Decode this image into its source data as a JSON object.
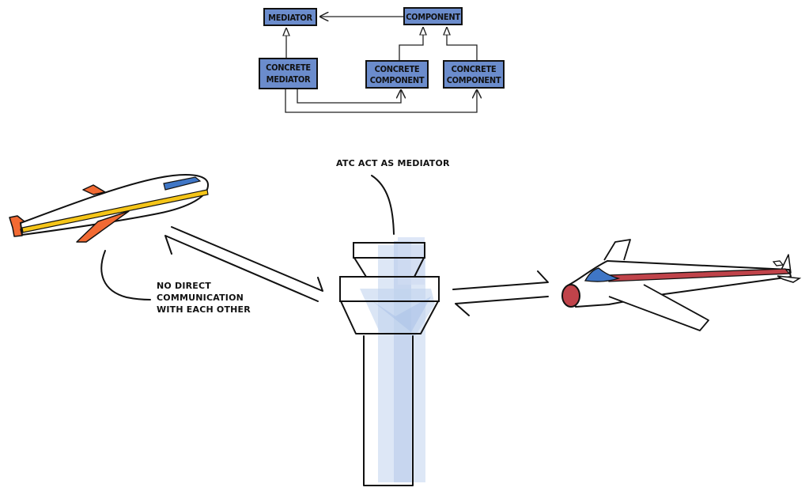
{
  "diagram": {
    "uml": {
      "mediator": "MEDIATOR",
      "component": "COMPONENT",
      "concrete_mediator": [
        "CONCRETE",
        "MEDIATOR"
      ],
      "concrete_component_1": [
        "CONCRETE",
        "COMPONENT"
      ],
      "concrete_component_2": [
        "CONCRETE",
        "COMPONENT"
      ]
    },
    "annotations": {
      "atc": "ATC ACT AS MEDIATOR",
      "no_direct": [
        "NO DIRECT",
        "COMMUNICATION",
        "WITH EACH OTHER"
      ]
    },
    "colors": {
      "uml_box": "#6b8ccc",
      "tower_blue": "#4a7acc",
      "plane_left_accent": "#f26a33",
      "plane_left_stripe": "#f5c518",
      "plane_left_window": "#3f76c6",
      "plane_right_stripe": "#c0434a",
      "plane_right_window": "#3f76c6"
    }
  }
}
